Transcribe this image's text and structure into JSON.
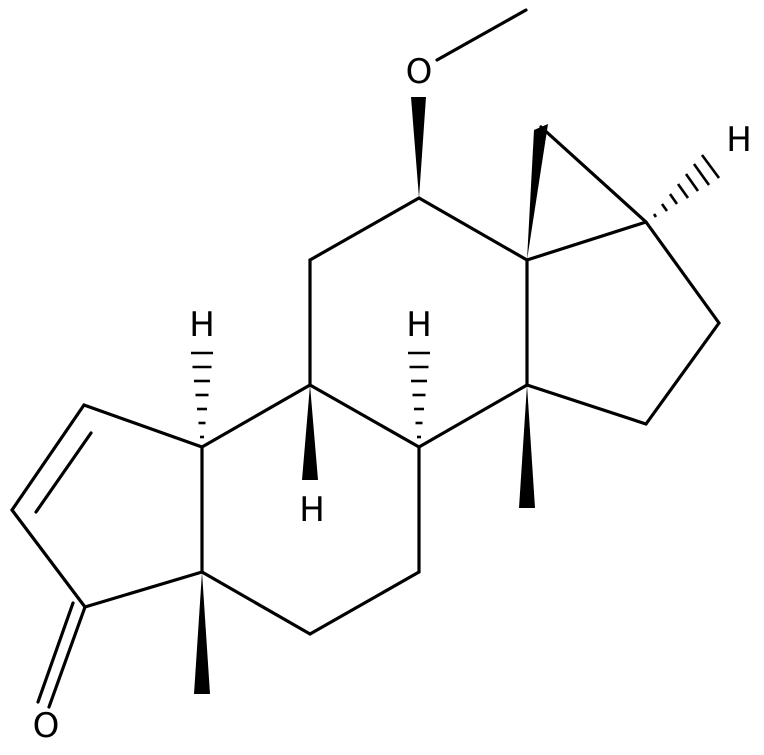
{
  "atom_labels": {
    "oxygen_methoxy": "O",
    "oxygen_ketone": "O",
    "h_cyclopropane": "H",
    "h_left_top": "H",
    "h_center_top": "H",
    "h_center_bottom": "H"
  }
}
